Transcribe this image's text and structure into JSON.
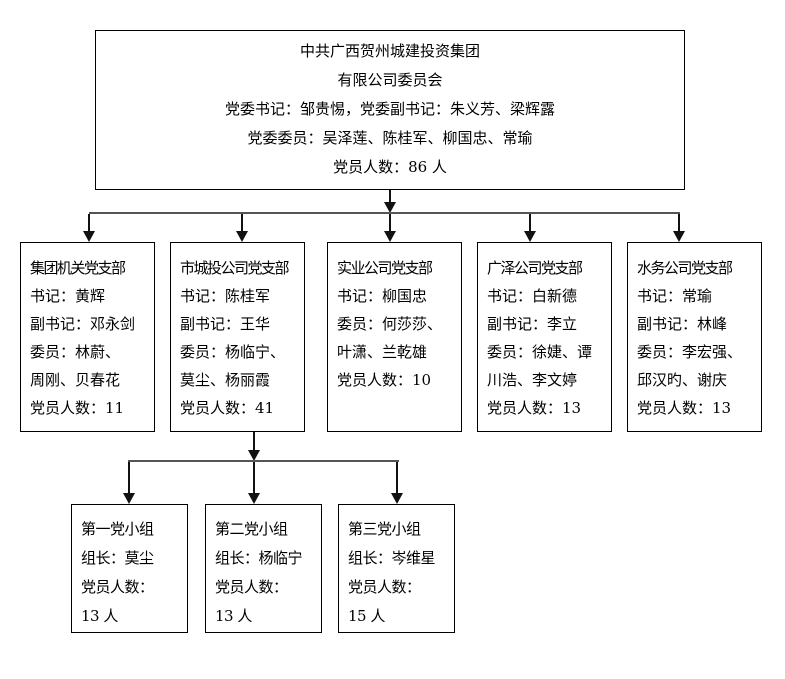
{
  "colors": {
    "background": "#ffffff",
    "box_border": "#000000",
    "text": "#000000",
    "connector": "#555555"
  },
  "root_committee": {
    "lines": [
      "中共广西贺州城建投资集团",
      "有限公司委员会",
      "党委书记：邹贵惕，党委副书记：朱义芳、梁辉露",
      "党委委员：吴泽莲、陈桂军、柳国忠、常瑜",
      "党员人数：86 人"
    ]
  },
  "branches": [
    {
      "title": "集团机关党支部",
      "lines": [
        "集团机关党支部",
        "书记：黄辉",
        "副书记：邓永剑",
        "委员：林蔚、",
        "周刚、贝春花",
        "党员人数：11"
      ]
    },
    {
      "title": "市城投公司党支部",
      "lines": [
        "市城投公司党支部",
        "书记：陈桂军",
        "副书记：王华",
        "委员：杨临宁、",
        "莫尘、杨丽霞",
        "党员人数：41"
      ]
    },
    {
      "title": "实业公司党支部",
      "lines": [
        "实业公司党支部",
        "书记：柳国忠",
        "委员：何莎莎、",
        "叶潇、兰乾雄",
        "党员人数：10"
      ]
    },
    {
      "title": "广泽公司党支部",
      "lines": [
        "广泽公司党支部",
        "书记：白新德",
        "副书记：李立",
        "委员：徐婕、谭",
        "川浩、李文婷",
        "党员人数：13"
      ]
    },
    {
      "title": "水务公司党支部",
      "lines": [
        "水务公司党支部",
        "书记：常瑜",
        "副书记：林峰",
        "委员：李宏强、",
        "邱汉旳、谢庆",
        "党员人数：13"
      ]
    }
  ],
  "groups": [
    {
      "title": "第一党小组",
      "lines": [
        "第一党小组",
        "组长：莫尘",
        "党员人数：",
        "13 人"
      ]
    },
    {
      "title": "第二党小组",
      "lines": [
        "第二党小组",
        "组长：杨临宁",
        "党员人数：",
        "13 人"
      ]
    },
    {
      "title": "第三党小组",
      "lines": [
        "第三党小组",
        "组长：岑维星",
        "党员人数：",
        "15 人"
      ]
    }
  ]
}
